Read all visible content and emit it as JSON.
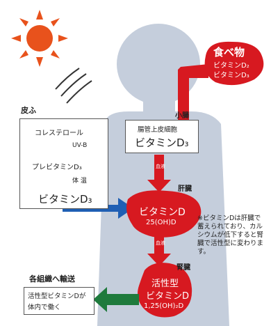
{
  "food": {
    "title": "食べ物",
    "line1": "ビタミンD₂",
    "line2": "ビタミンD₃"
  },
  "skin": {
    "title": "皮ふ",
    "step1": "コレステロール",
    "arrow1": "UV-B",
    "step2": "プレビタミンD₃",
    "arrow2": "体 温",
    "step3": "ビタミンD₃"
  },
  "intestine": {
    "title": "小腸",
    "cell": "腸管上皮細胞",
    "product": "ビタミンD₃"
  },
  "blood_labels": [
    "血液",
    "血液"
  ],
  "liver": {
    "title": "肝臓",
    "line1": "ビタミンD",
    "line2": "25(OH)D"
  },
  "note": "※ビタミンDは肝臓で蓄えられており、カルシウムが低下すると腎臓で活性型に変わります。",
  "kidney": {
    "title": "腎臓",
    "line1": "活性型",
    "line2": "ビタミンD",
    "line3": "1,25(OH)₂D"
  },
  "organs": {
    "title": "各組織へ輸送",
    "box_line1": "活性型ビタミンDが",
    "box_line2": "体内で働く"
  },
  "colors": {
    "sun": "#e8521c",
    "red": "#d71920",
    "blue": "#1f5fb4",
    "green": "#1e7a3c",
    "body": "#c5cedc"
  }
}
